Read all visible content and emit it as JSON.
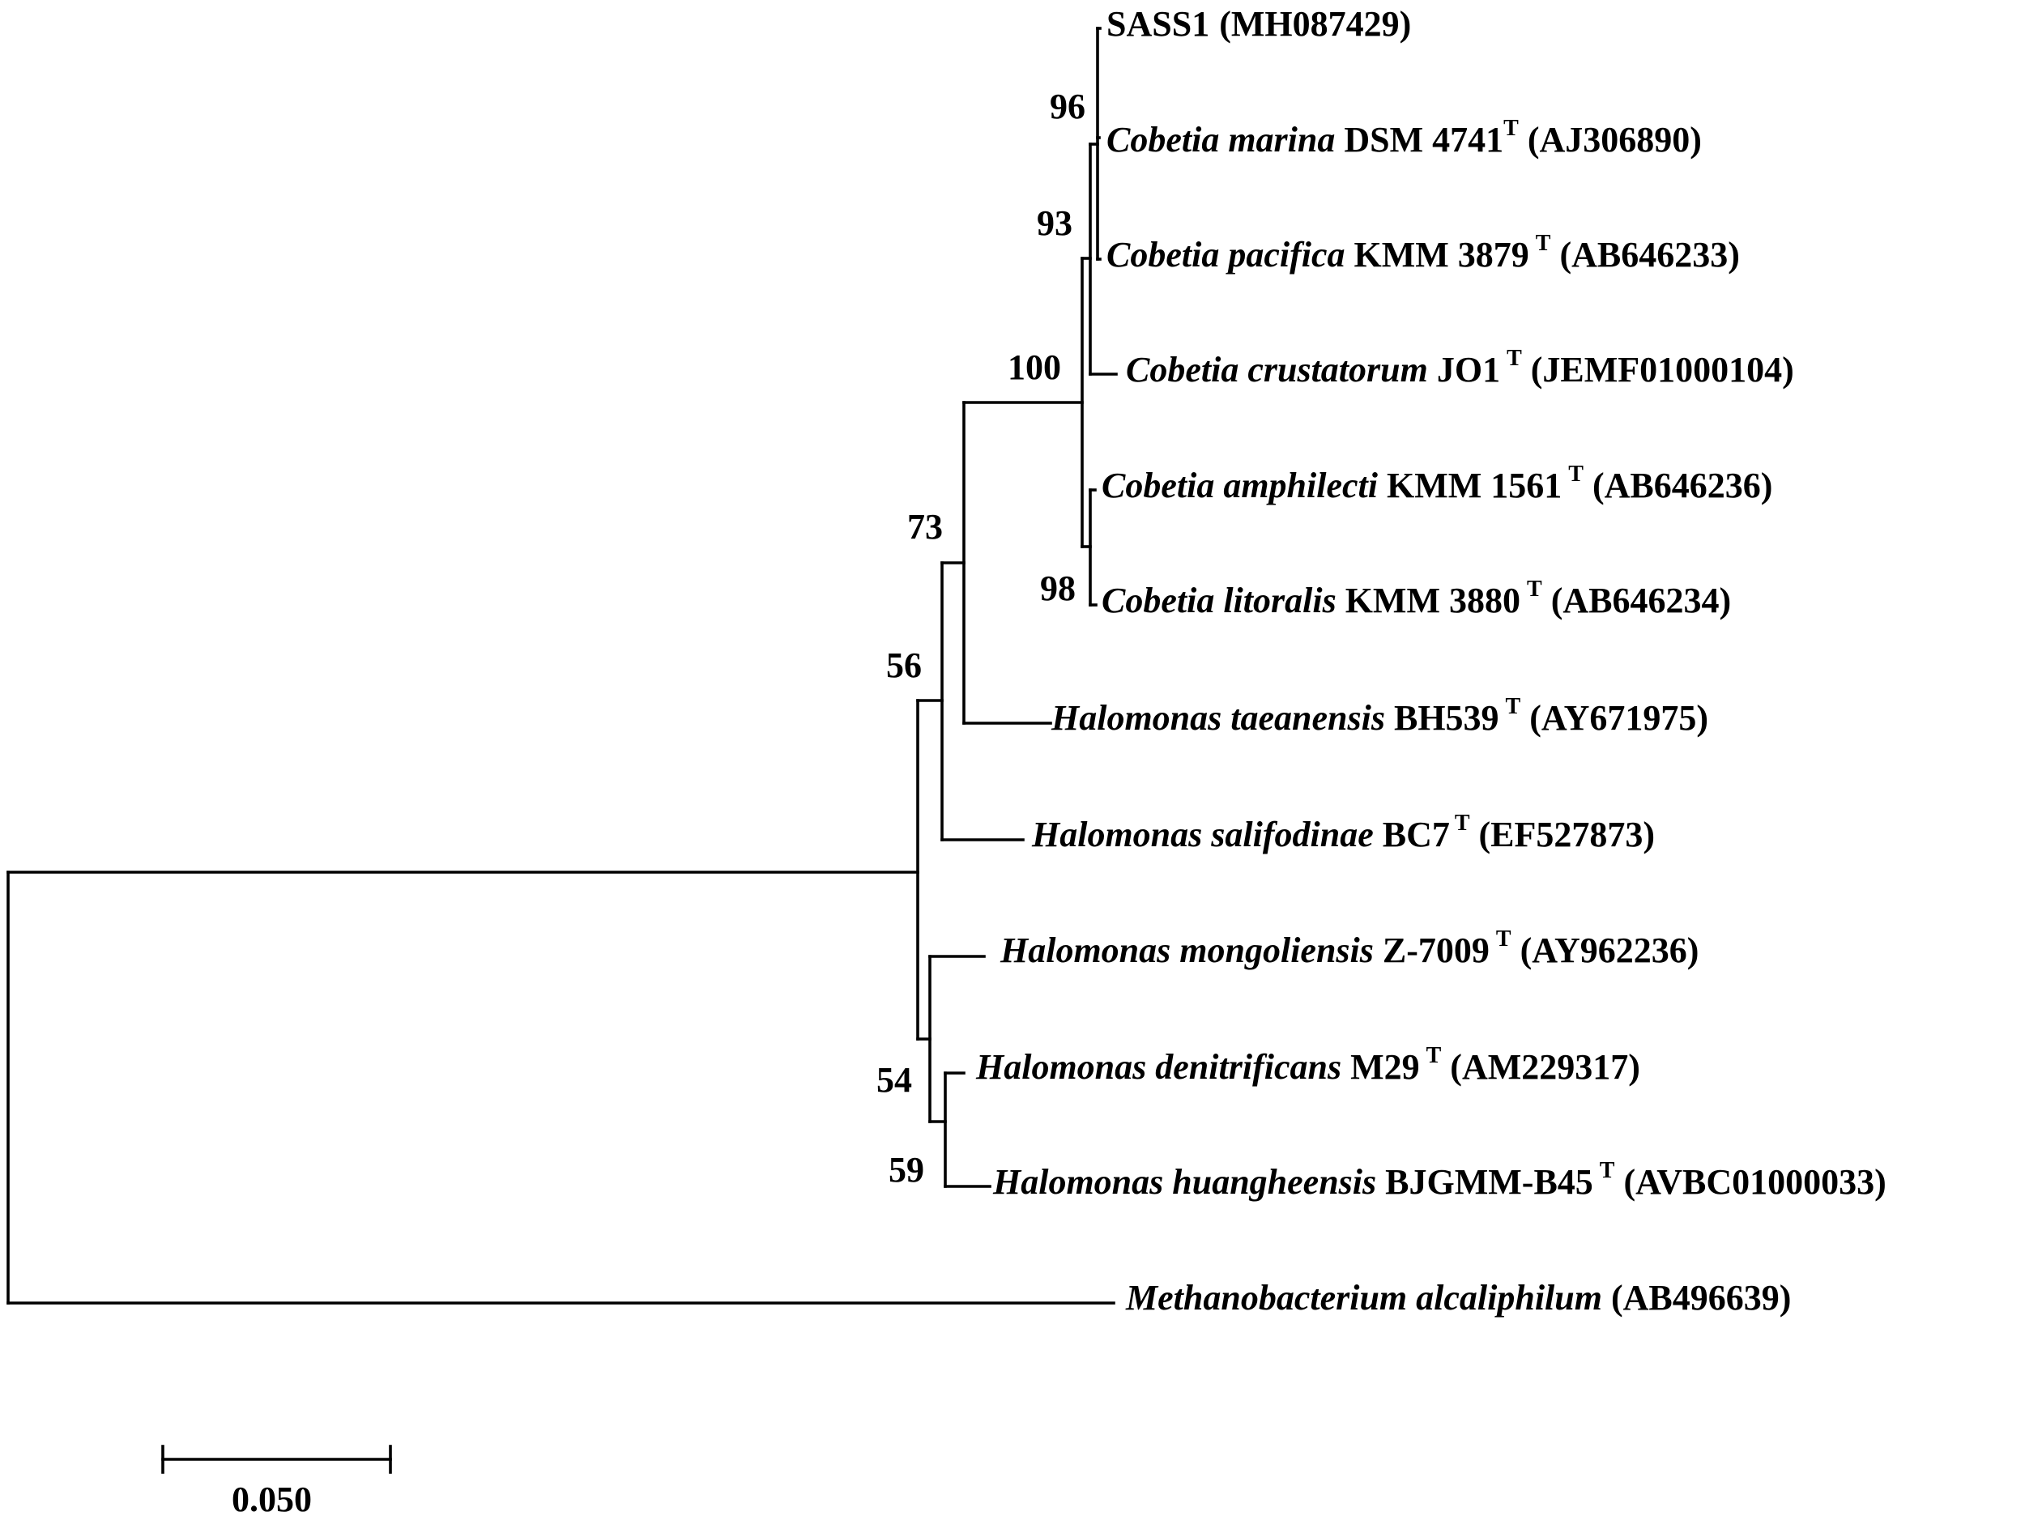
{
  "leaves": [
    {
      "id": "sass1",
      "name_italic": "",
      "strain": "SASS1",
      "type_strain": false,
      "accession": "(MH087429)"
    },
    {
      "id": "cobetia-marina",
      "name_italic": "Cobetia marina",
      "strain": " DSM 4741",
      "type_strain": true,
      "accession": " (AJ306890)"
    },
    {
      "id": "cobetia-pacifica",
      "name_italic": "Cobetia pacifica",
      "strain": " KMM 3879",
      "type_strain": true,
      "accession": " (AB646233)"
    },
    {
      "id": "cobetia-crustatorum",
      "name_italic": "Cobetia crustatorum",
      "strain": " JO1",
      "type_strain": true,
      "accession": " (JEMF01000104)"
    },
    {
      "id": "cobetia-amphilecti",
      "name_italic": "Cobetia amphilecti",
      "strain": " KMM 1561",
      "type_strain": true,
      "accession": " (AB646236)"
    },
    {
      "id": "cobetia-litoralis",
      "name_italic": "Cobetia litoralis",
      "strain": " KMM 3880",
      "type_strain": true,
      "accession": " (AB646234)"
    },
    {
      "id": "halomonas-taeanensis",
      "name_italic": "Halomonas taeanensis",
      "strain": " BH539",
      "type_strain": true,
      "accession": " (AY671975)"
    },
    {
      "id": "halomonas-salifodinae",
      "name_italic": "Halomonas salifodinae",
      "strain": " BC7",
      "type_strain": true,
      "accession": " (EF527873)"
    },
    {
      "id": "halomonas-mongoliensis",
      "name_italic": "Halomonas mongoliensis",
      "strain": " Z-7009",
      "type_strain": true,
      "accession": " (AY962236)"
    },
    {
      "id": "halomonas-denitrificans",
      "name_italic": "Halomonas denitrificans",
      "strain": " M29",
      "type_strain": true,
      "accession": " (AM229317)"
    },
    {
      "id": "halomonas-huangheensis",
      "name_italic": "Halomonas huangheensis",
      "strain": " BJGMM-B45",
      "type_strain": true,
      "accession": " (AVBC01000033)"
    },
    {
      "id": "methanobacterium-alcaliphilum",
      "name_italic": "Methanobacterium alcaliphilum",
      "strain": "",
      "type_strain": false,
      "accession": " (AB496639)"
    }
  ],
  "type_strain_marker": "T",
  "bootstrap": {
    "n96": "96",
    "n93": "93",
    "n100": "100",
    "n98": "98",
    "n73": "73",
    "n56": "56",
    "n54": "54",
    "n59": "59"
  },
  "scale_bar": {
    "label": "0.050",
    "length": 0.05
  }
}
